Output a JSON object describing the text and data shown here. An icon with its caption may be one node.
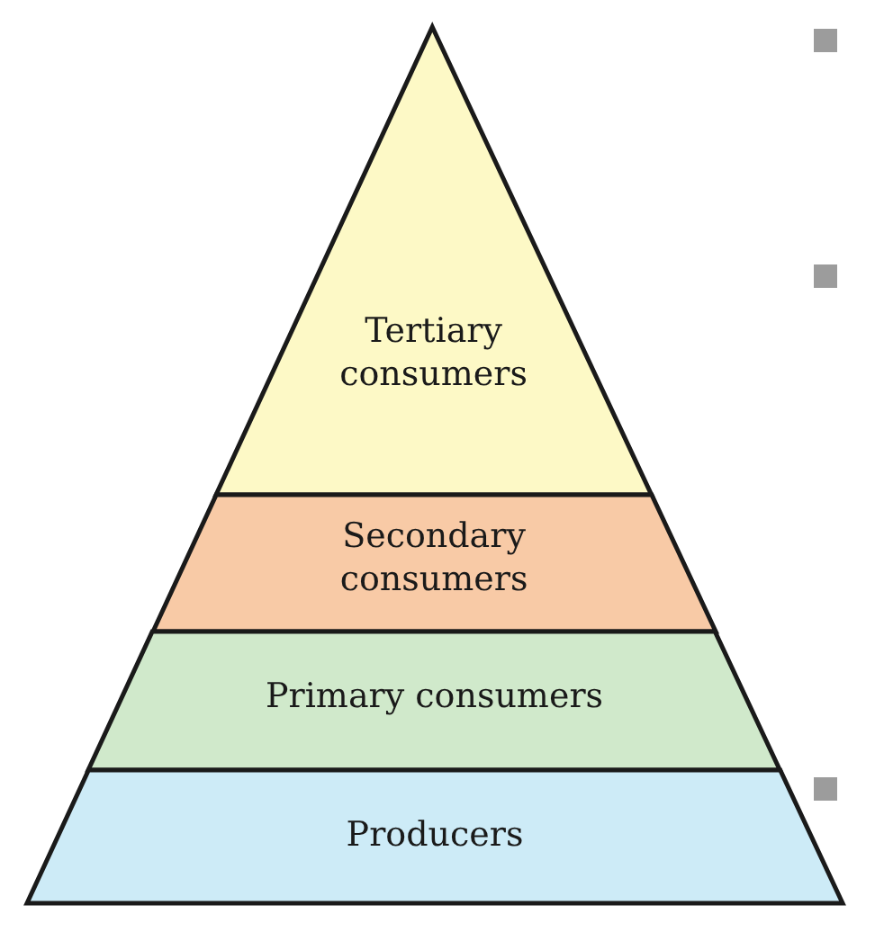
{
  "diagram": {
    "nodes": [
      {
        "text": [
          "Tertiary consumers"
        ]
      },
      {
        "text": [
          "Secondary consumers"
        ]
      },
      {
        "text": [
          "Primary consumers"
        ]
      },
      {
        "text": [
          "Producers"
        ]
      }
    ]
  }
}
